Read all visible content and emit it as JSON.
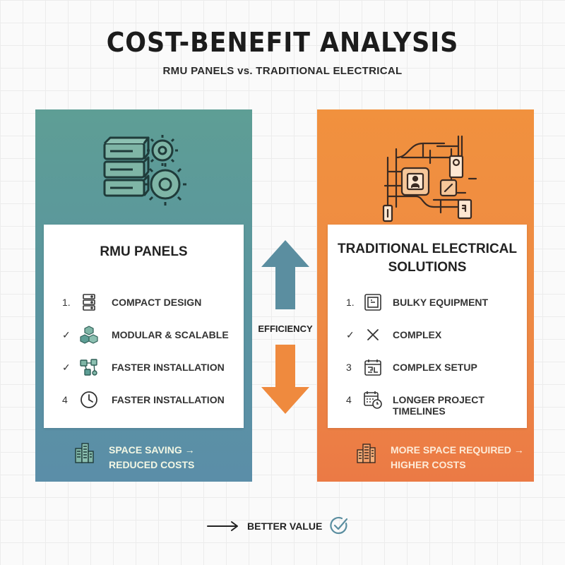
{
  "header": {
    "title": "COST-BENEFIT ANALYSIS",
    "subtitle": "RMU PANELS vs. TRADITIONAL ELECTRICAL"
  },
  "left_panel": {
    "icon": "server-gears-icon",
    "title": "RMU PANELS",
    "items": [
      {
        "marker": "1.",
        "icon": "server-icon",
        "label": "COMPACT DESIGN"
      },
      {
        "marker": "✓",
        "icon": "cubes-icon",
        "label": "MODULAR & SCALABLE"
      },
      {
        "marker": "✓",
        "icon": "network-nodes-icon",
        "label": "FASTER INSTALLATION"
      },
      {
        "marker": "4",
        "icon": "clock-icon",
        "label": "FASTER INSTALLATION"
      }
    ],
    "footer_icon": "buildings-icon",
    "footer_text": "SPACE SAVING → REDUCED COSTS"
  },
  "right_panel": {
    "icon": "tangled-pipes-icon",
    "title": "TRADITIONAL ELECTRICAL SOLUTIONS",
    "items": [
      {
        "marker": "1.",
        "icon": "cabinet-icon",
        "label": "BULKY EQUIPMENT"
      },
      {
        "marker": "✓",
        "icon": "cross-icon",
        "label": "COMPLEX"
      },
      {
        "marker": "3",
        "icon": "maze-calendar-icon",
        "label": "COMPLEX SETUP"
      },
      {
        "marker": "4",
        "icon": "calendar-clock-icon",
        "label": "LONGER PROJECT TIMELINES"
      }
    ],
    "footer_icon": "buildings-icon",
    "footer_text": "MORE SPACE REQUIRED → HIGHER COSTS"
  },
  "center": {
    "label": "EFFICIENCY",
    "up_arrow_color": "#5b8ea0",
    "down_arrow_color": "#ef8a3e"
  },
  "bottom": {
    "label": "BETTER VALUE",
    "icon": "check-circle-icon"
  },
  "colors": {
    "teal": "#5e9e95",
    "orange": "#f1913e",
    "text_dark": "#222222"
  }
}
